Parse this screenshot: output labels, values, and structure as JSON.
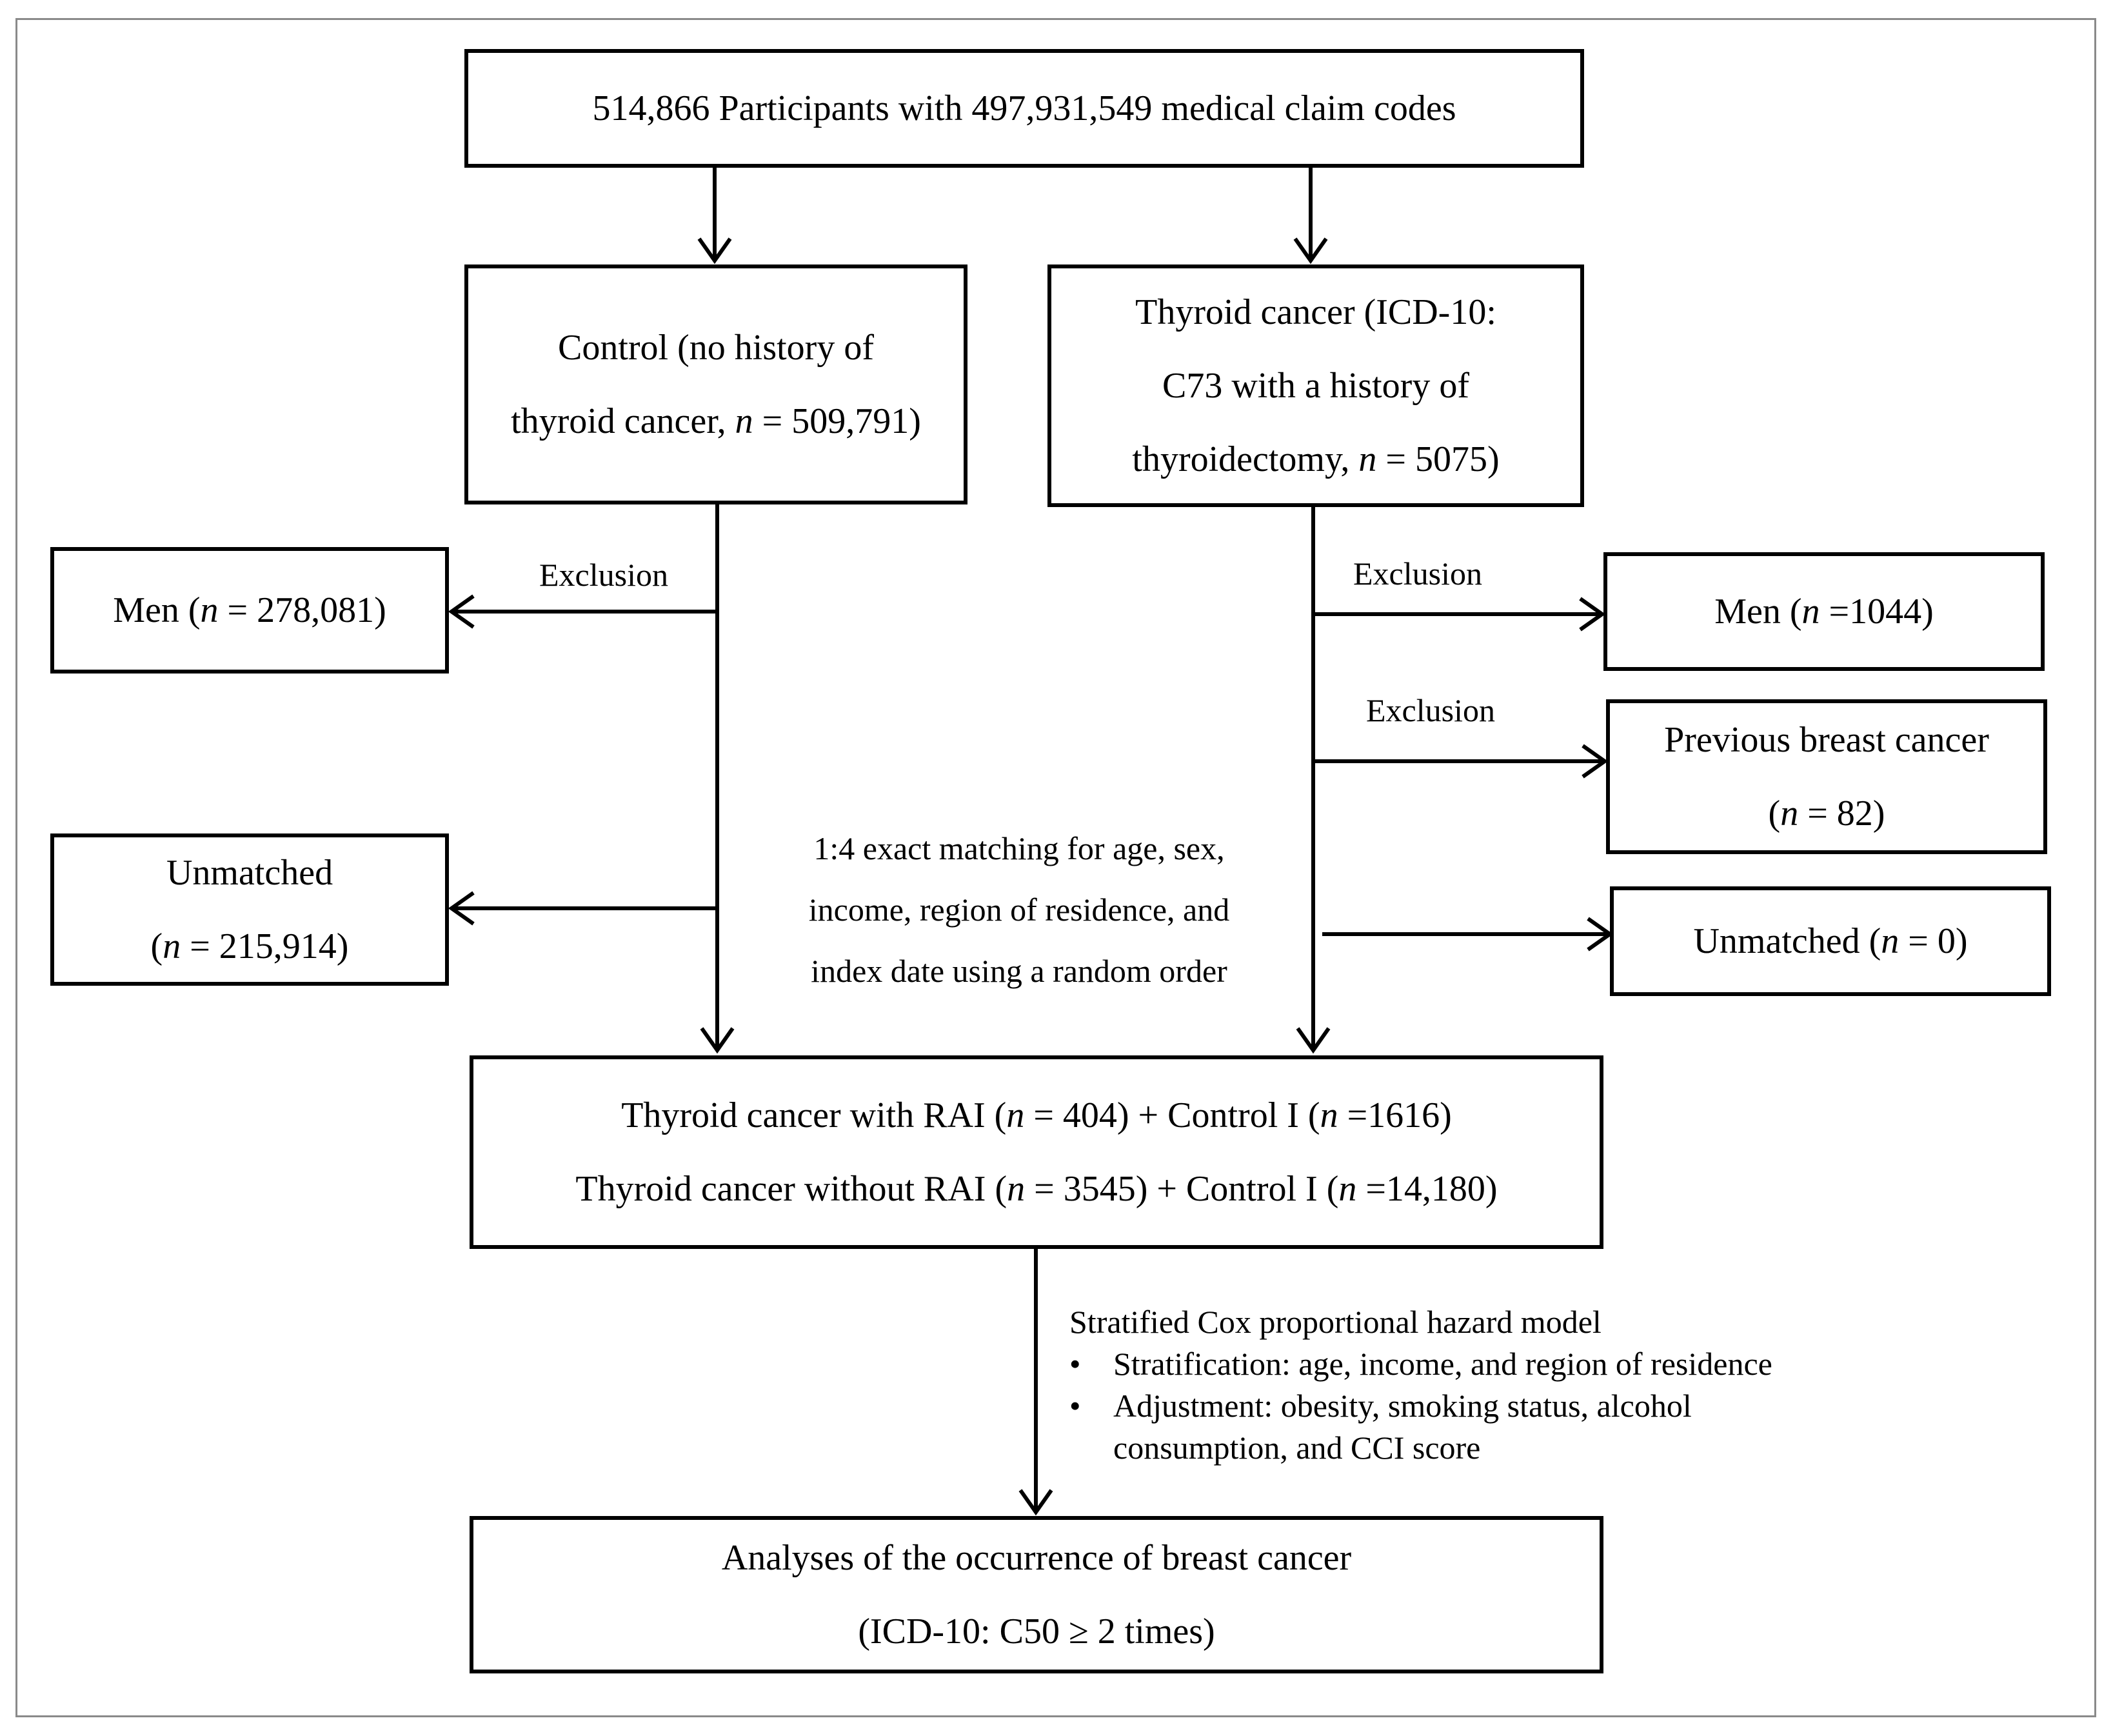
{
  "diagram": {
    "top_box": {
      "parts": [
        "514,866 Participants with  497,931,549 medical claim codes"
      ]
    },
    "control_box": {
      "lines": [
        [
          "Control (no history of"
        ],
        [
          "thyroid cancer, ",
          "n",
          " = 509,791)"
        ]
      ]
    },
    "thyroid_box": {
      "lines": [
        [
          "Thyroid cancer (ICD-10:"
        ],
        [
          "C73 with a history of"
        ],
        [
          "thyroidectomy, ",
          "n",
          " = 5075)"
        ]
      ]
    },
    "exclusion_left": "Exclusion",
    "exclusion_right_1": "Exclusion",
    "exclusion_right_2": "Exclusion",
    "men_left": {
      "lines": [
        [
          "Men (",
          "n",
          " = 278,081)"
        ]
      ]
    },
    "unmatched_left": {
      "lines": [
        [
          "Unmatched"
        ],
        [
          "(",
          "n",
          " = 215,914)"
        ]
      ]
    },
    "men_right": {
      "lines": [
        [
          "Men (",
          "n",
          " =1044)"
        ]
      ]
    },
    "previous_breast": {
      "lines": [
        [
          "Previous breast cancer"
        ],
        [
          "(",
          "n",
          " = 82)"
        ]
      ]
    },
    "unmatched_right": {
      "lines": [
        [
          "Unmatched (",
          "n",
          " = 0)"
        ]
      ]
    },
    "matching_text": {
      "line1": "1:4 exact matching for age, sex,",
      "line2": "income, region of residence, and",
      "line3": "index date using a random order"
    },
    "matched_box": {
      "lines": [
        [
          "Thyroid cancer with RAI  (",
          "n",
          " = 404) +  Control I (",
          "n",
          " =1616)"
        ],
        [
          "Thyroid cancer without RAI (",
          "n",
          " = 3545) + Control I (",
          "n",
          " =14,180)"
        ]
      ]
    },
    "model": {
      "title": "Stratified Cox proportional hazard model",
      "bullets": [
        "Stratification: age, income, and region of residence",
        "Adjustment: obesity, smoking status, alcohol consumption, and CCI score"
      ]
    },
    "result_box": {
      "lines": [
        [
          "Analyses of the occurrence of breast cancer"
        ],
        [
          "(ICD-10: C50 ≥ 2 times)"
        ]
      ]
    }
  }
}
